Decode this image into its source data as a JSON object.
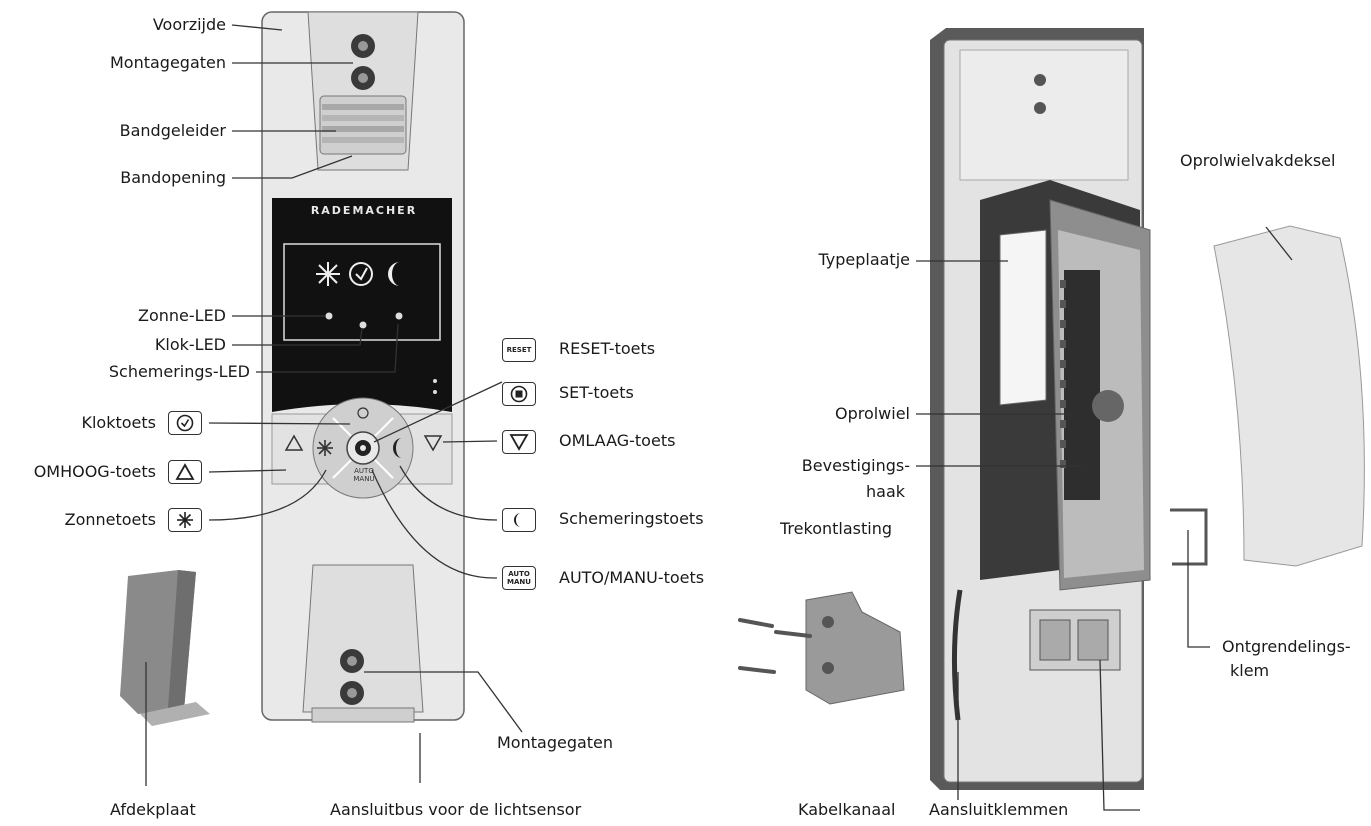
{
  "front": {
    "brand": "RADEMACHER",
    "dial_auto_manu": "AUTO\nMANU",
    "labels": {
      "voorzijde": "Voorzijde",
      "montagegaten_top": "Montagegaten",
      "bandgeleider": "Bandgeleider",
      "bandopening": "Bandopening",
      "zonne_led": "Zonne-LED",
      "klok_led": "Klok-LED",
      "schemerings_led": "Schemerings-LED",
      "kloktoets": "Kloktoets",
      "omhoog_toets": "OMHOOG-toets",
      "zonnetoets": "Zonnetoets",
      "reset_toets": "RESET-toets",
      "set_toets": "SET-toets",
      "omlaag_toets": "OMLAAG-toets",
      "schemeringstoets": "Schemeringstoets",
      "auto_manu_toets": "AUTO/MANU-toets",
      "montagegaten_bottom": "Montagegaten",
      "afdekplaat": "Afdekplaat",
      "aansluitbus": "Aansluitbus voor de lichtsensor"
    },
    "key_glyphs": {
      "reset": "RESET",
      "auto_manu": "AUTO\nMANU"
    },
    "icons": {
      "clock": "clock-icon",
      "up": "triangle-up-icon",
      "sun": "sun-icon",
      "set": "set-circle-icon",
      "down": "triangle-down-icon",
      "moon": "moon-icon"
    }
  },
  "back": {
    "labels": {
      "typeplaatje": "Typeplaatje",
      "oprolwielvakdeksel": "Oprolwielvakdeksel",
      "oprolwiel": "Oprolwiel",
      "bevestigings_1": "Bevestigings-",
      "bevestigings_2": "haak",
      "trekontlasting": "Trekontlasting",
      "ontgrendelings_1": "Ontgrendelings-",
      "ontgrendelings_2": "klem",
      "kabelkanaal": "Kabelkanaal",
      "aansluitklemmen": "Aansluitklemmen"
    }
  }
}
